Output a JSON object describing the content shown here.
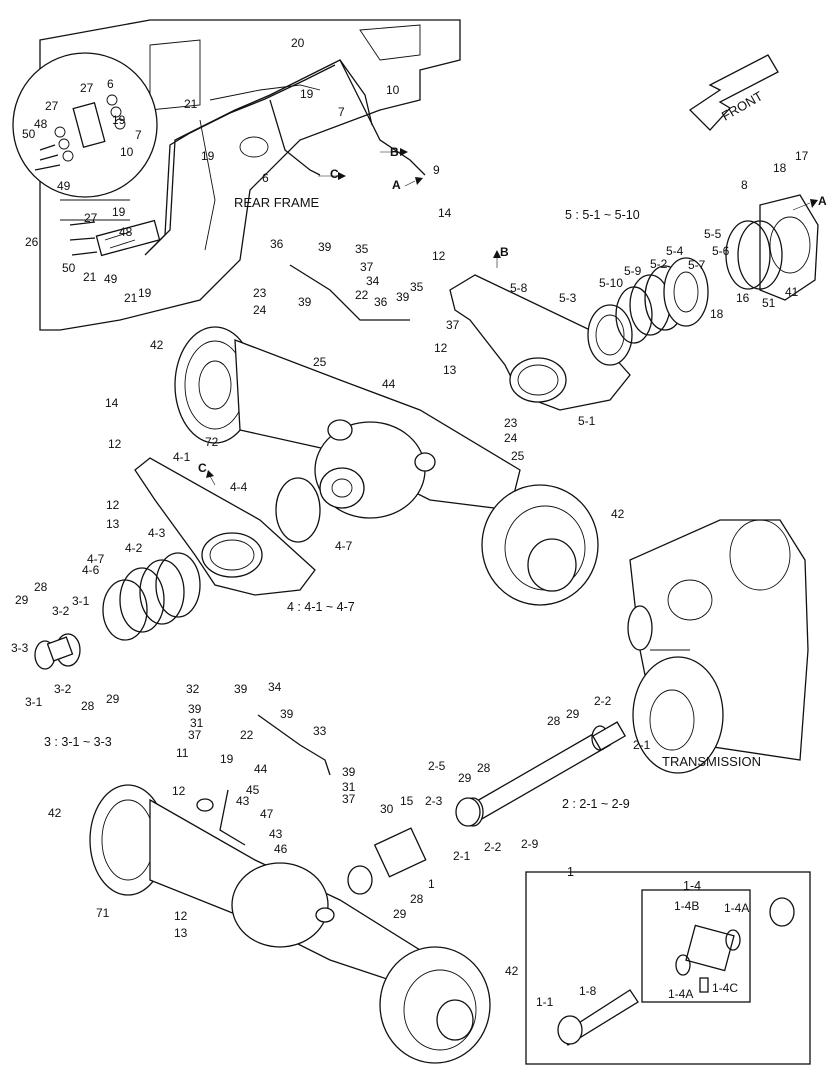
{
  "labels": {
    "rear_frame": "REAR FRAME",
    "front": "FRONT",
    "transmission": "TRANSMISSION"
  },
  "groups": {
    "g5": "5 : 5-1 ~ 5-10",
    "g4": "4 : 4-1 ~ 4-7",
    "g3": "3 : 3-1 ~ 3-3",
    "g2": "2 : 2-1 ~ 2-9",
    "g1": "1",
    "g14": "1-4"
  },
  "arrows": [
    "A",
    "B",
    "C",
    "A",
    "B",
    "C"
  ],
  "callouts": [
    "20",
    "27",
    "6",
    "27",
    "19",
    "48",
    "7",
    "50",
    "10",
    "49",
    "21",
    "19",
    "10",
    "7",
    "6",
    "19",
    "C",
    "9",
    "27",
    "19",
    "48",
    "26",
    "50",
    "21",
    "49",
    "21",
    "19",
    "14",
    "12",
    "5-8",
    "36",
    "39",
    "35",
    "37",
    "34",
    "39",
    "35",
    "37",
    "22",
    "36",
    "39",
    "23",
    "24",
    "42",
    "25",
    "72",
    "44",
    "12",
    "13",
    "5-1",
    "23",
    "24",
    "25",
    "18",
    "17",
    "8",
    "5-5",
    "5-6",
    "5-7",
    "5-4",
    "5-2",
    "5-9",
    "5-10",
    "5-3",
    "16",
    "41",
    "51",
    "18",
    "14",
    "12",
    "4-1",
    "4-4",
    "12",
    "13",
    "4-7",
    "42",
    "4-3",
    "4-2",
    "4-7",
    "4-6",
    "28",
    "29",
    "3-1",
    "3-2",
    "3-3",
    "3-2",
    "3-1",
    "28",
    "29",
    "32",
    "39",
    "34",
    "39",
    "31",
    "37",
    "22",
    "39",
    "33",
    "11",
    "19",
    "44",
    "12",
    "45",
    "43",
    "47",
    "43",
    "46",
    "39",
    "31",
    "37",
    "42",
    "71",
    "12",
    "13",
    "42",
    "2-2",
    "28",
    "29",
    "2-1",
    "2-5",
    "29",
    "28",
    "15",
    "2-3",
    "30",
    "2-1",
    "2-2",
    "2-9",
    "1",
    "29",
    "28",
    "1-4B",
    "1-4A",
    "1-4A",
    "1-4C",
    "1-1",
    "1-8"
  ]
}
